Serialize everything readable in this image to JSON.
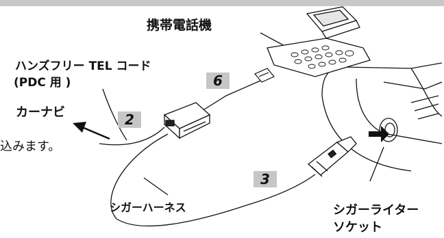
{
  "labels": {
    "phone": "携帯電話機",
    "handsfree_line1": "ハンズフリー TEL コード",
    "handsfree_line2": "(PDC 用 )",
    "carnavi": "カーナビ",
    "harness": "シガーハーネス",
    "socket_line1": "シガーライター",
    "socket_line2": "ソケット"
  },
  "steps": {
    "step_6": "6",
    "step_2": "2",
    "step_3": "3"
  },
  "body_text": "込みます。",
  "colors": {
    "band": "#c8c8c8",
    "step_box": "#c6c6c6",
    "line": "#111111"
  }
}
